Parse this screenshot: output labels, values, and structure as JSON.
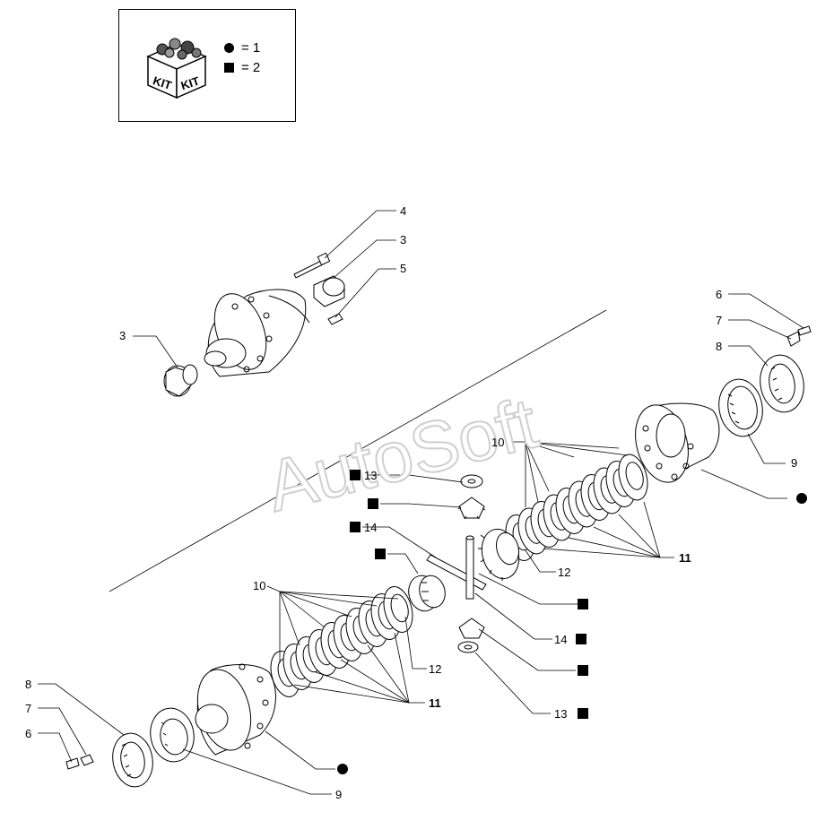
{
  "legend": {
    "kit_icon": "kit-box-icon",
    "kit_word_left": "KIT",
    "kit_word_right": "KIT",
    "circle_text": "= 1",
    "square_text": "= 2"
  },
  "watermark": "AutoSoft",
  "callouts": {
    "c4": "4",
    "c3a": "3",
    "c5": "5",
    "c3b": "3",
    "c6a": "6",
    "c7a": "7",
    "c8a": "8",
    "c9a": "9",
    "c10a": "10",
    "c11a": "11",
    "c12a": "12",
    "c13a": "13",
    "c14a": "14",
    "c10b": "10",
    "c12b": "12",
    "c11b": "11",
    "c14b": "14",
    "c13b": "13",
    "c8b": "8",
    "c7b": "7",
    "c6b": "6",
    "c9b": "9"
  },
  "colors": {
    "line": "#000000",
    "watermark_outline": "#cfcfcf"
  }
}
